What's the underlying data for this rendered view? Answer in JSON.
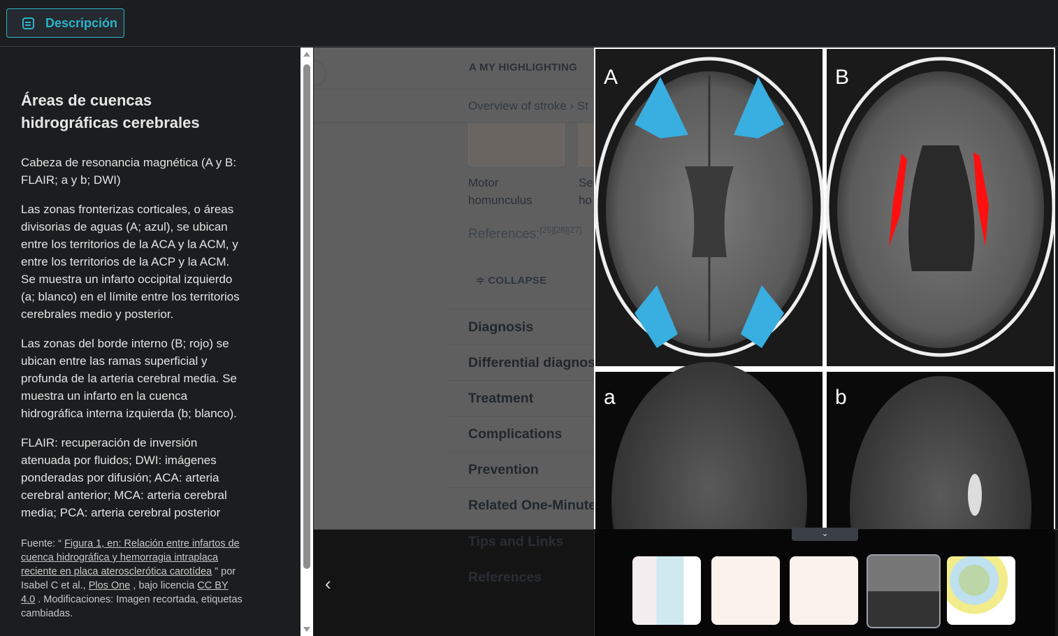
{
  "header": {
    "description_button": "Descripción"
  },
  "panel": {
    "title": "Áreas de cuencas hidrográficas cerebrales",
    "paragraphs": [
      "Cabeza de resonancia magnética (A y B: FLAIR; a y b; DWI)",
      "Las zonas fronterizas corticales, o áreas divisorias de aguas (A; azul), se ubican entre los territorios de la ACA y la ACM, y entre los territorios de la ACP y la ACM. Se muestra un infarto occipital izquierdo (a; blanco) en el límite entre los territorios cerebrales medio y posterior.",
      "Las zonas del borde interno (B; rojo) se ubican entre las ramas superficial y profunda de la arteria cerebral media. Se muestra un infarto en la cuenca hidrográfica interna izquierda (b; blanco).",
      "FLAIR: recuperación de inversión atenuada por fluidos; DWI: imágenes ponderadas por difusión; ACA: arteria cerebral anterior; MCA: arteria cerebral media; PCA: arteria cerebral posterior"
    ],
    "source": {
      "prefix": "Fuente: “ ",
      "link1": "Figura 1, en: Relación entre infartos de cuenca hidrográfica y hemorragia intraplaca reciente en placa aterosclerótica carotídea",
      "mid1": " ” por Isabel C et al., ",
      "link2": "Plos One",
      "mid2": " , bajo licencia ",
      "link3": "CC BY 4.0",
      "suffix": " . Modificaciones: Imagen recortada, etiquetas cambiadas."
    }
  },
  "background": {
    "highlighting": "MY HIGHLIGHTING",
    "breadcrumb": "Overview of stroke › St",
    "captions": [
      "Motor homunculus",
      "Se ho"
    ],
    "references_label": "References:",
    "references_sup": "[25][26][27]",
    "collapse": "COLLAPSE",
    "sections": [
      "Diagnosis",
      "Differential diagnoses",
      "Treatment",
      "Complications",
      "Prevention",
      "Related One-Minute",
      "Tips and Links",
      "References"
    ]
  },
  "figure": {
    "labels": [
      "A",
      "B",
      "a",
      "b"
    ],
    "colors": {
      "watershed": "#39aee0",
      "internal": "#ff1010"
    }
  },
  "thumbnails": {
    "count": 5,
    "selected_index": 3
  }
}
